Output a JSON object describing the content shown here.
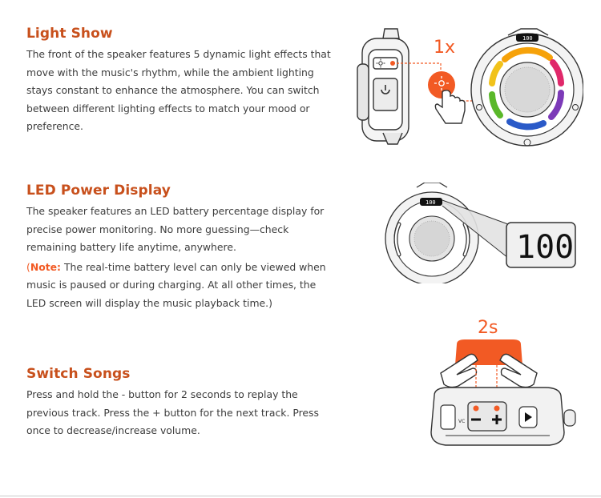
{
  "sections": {
    "light_show": {
      "title": "Light Show",
      "body": "The front of the speaker features 5 dynamic light effects that move with the music's rhythm, while the ambient lighting stays constant to enhance the atmosphere. You can switch between different lighting effects to match your mood or preference.",
      "press_label": "1x"
    },
    "led_display": {
      "title": "LED Power Display",
      "body": "The speaker features an LED battery percentage display for precise power monitoring. No more guessing—check remaining battery life anytime, anywhere.",
      "note_open": "(",
      "note_label": "Note:",
      "note_body": " The real-time battery level can only be viewed when music is paused or during charging. At all other times, the LED screen will display the music playback time.)",
      "display_value": "100"
    },
    "switch_songs": {
      "title": "Switch Songs",
      "body": "Press and hold the - button for 2 seconds to replay the previous track. Press the + button for the next track. Press once to decrease/increase volume.",
      "hold_label": "2s"
    }
  },
  "colors": {
    "heading": "#c8501c",
    "accent": "#f25a24",
    "text": "#3d3d3d",
    "device_outline": "#333333"
  },
  "icons": [
    "sun-light-icon",
    "hand-pointer-icon",
    "power-icon",
    "minus-icon",
    "plus-icon",
    "play-icon"
  ]
}
